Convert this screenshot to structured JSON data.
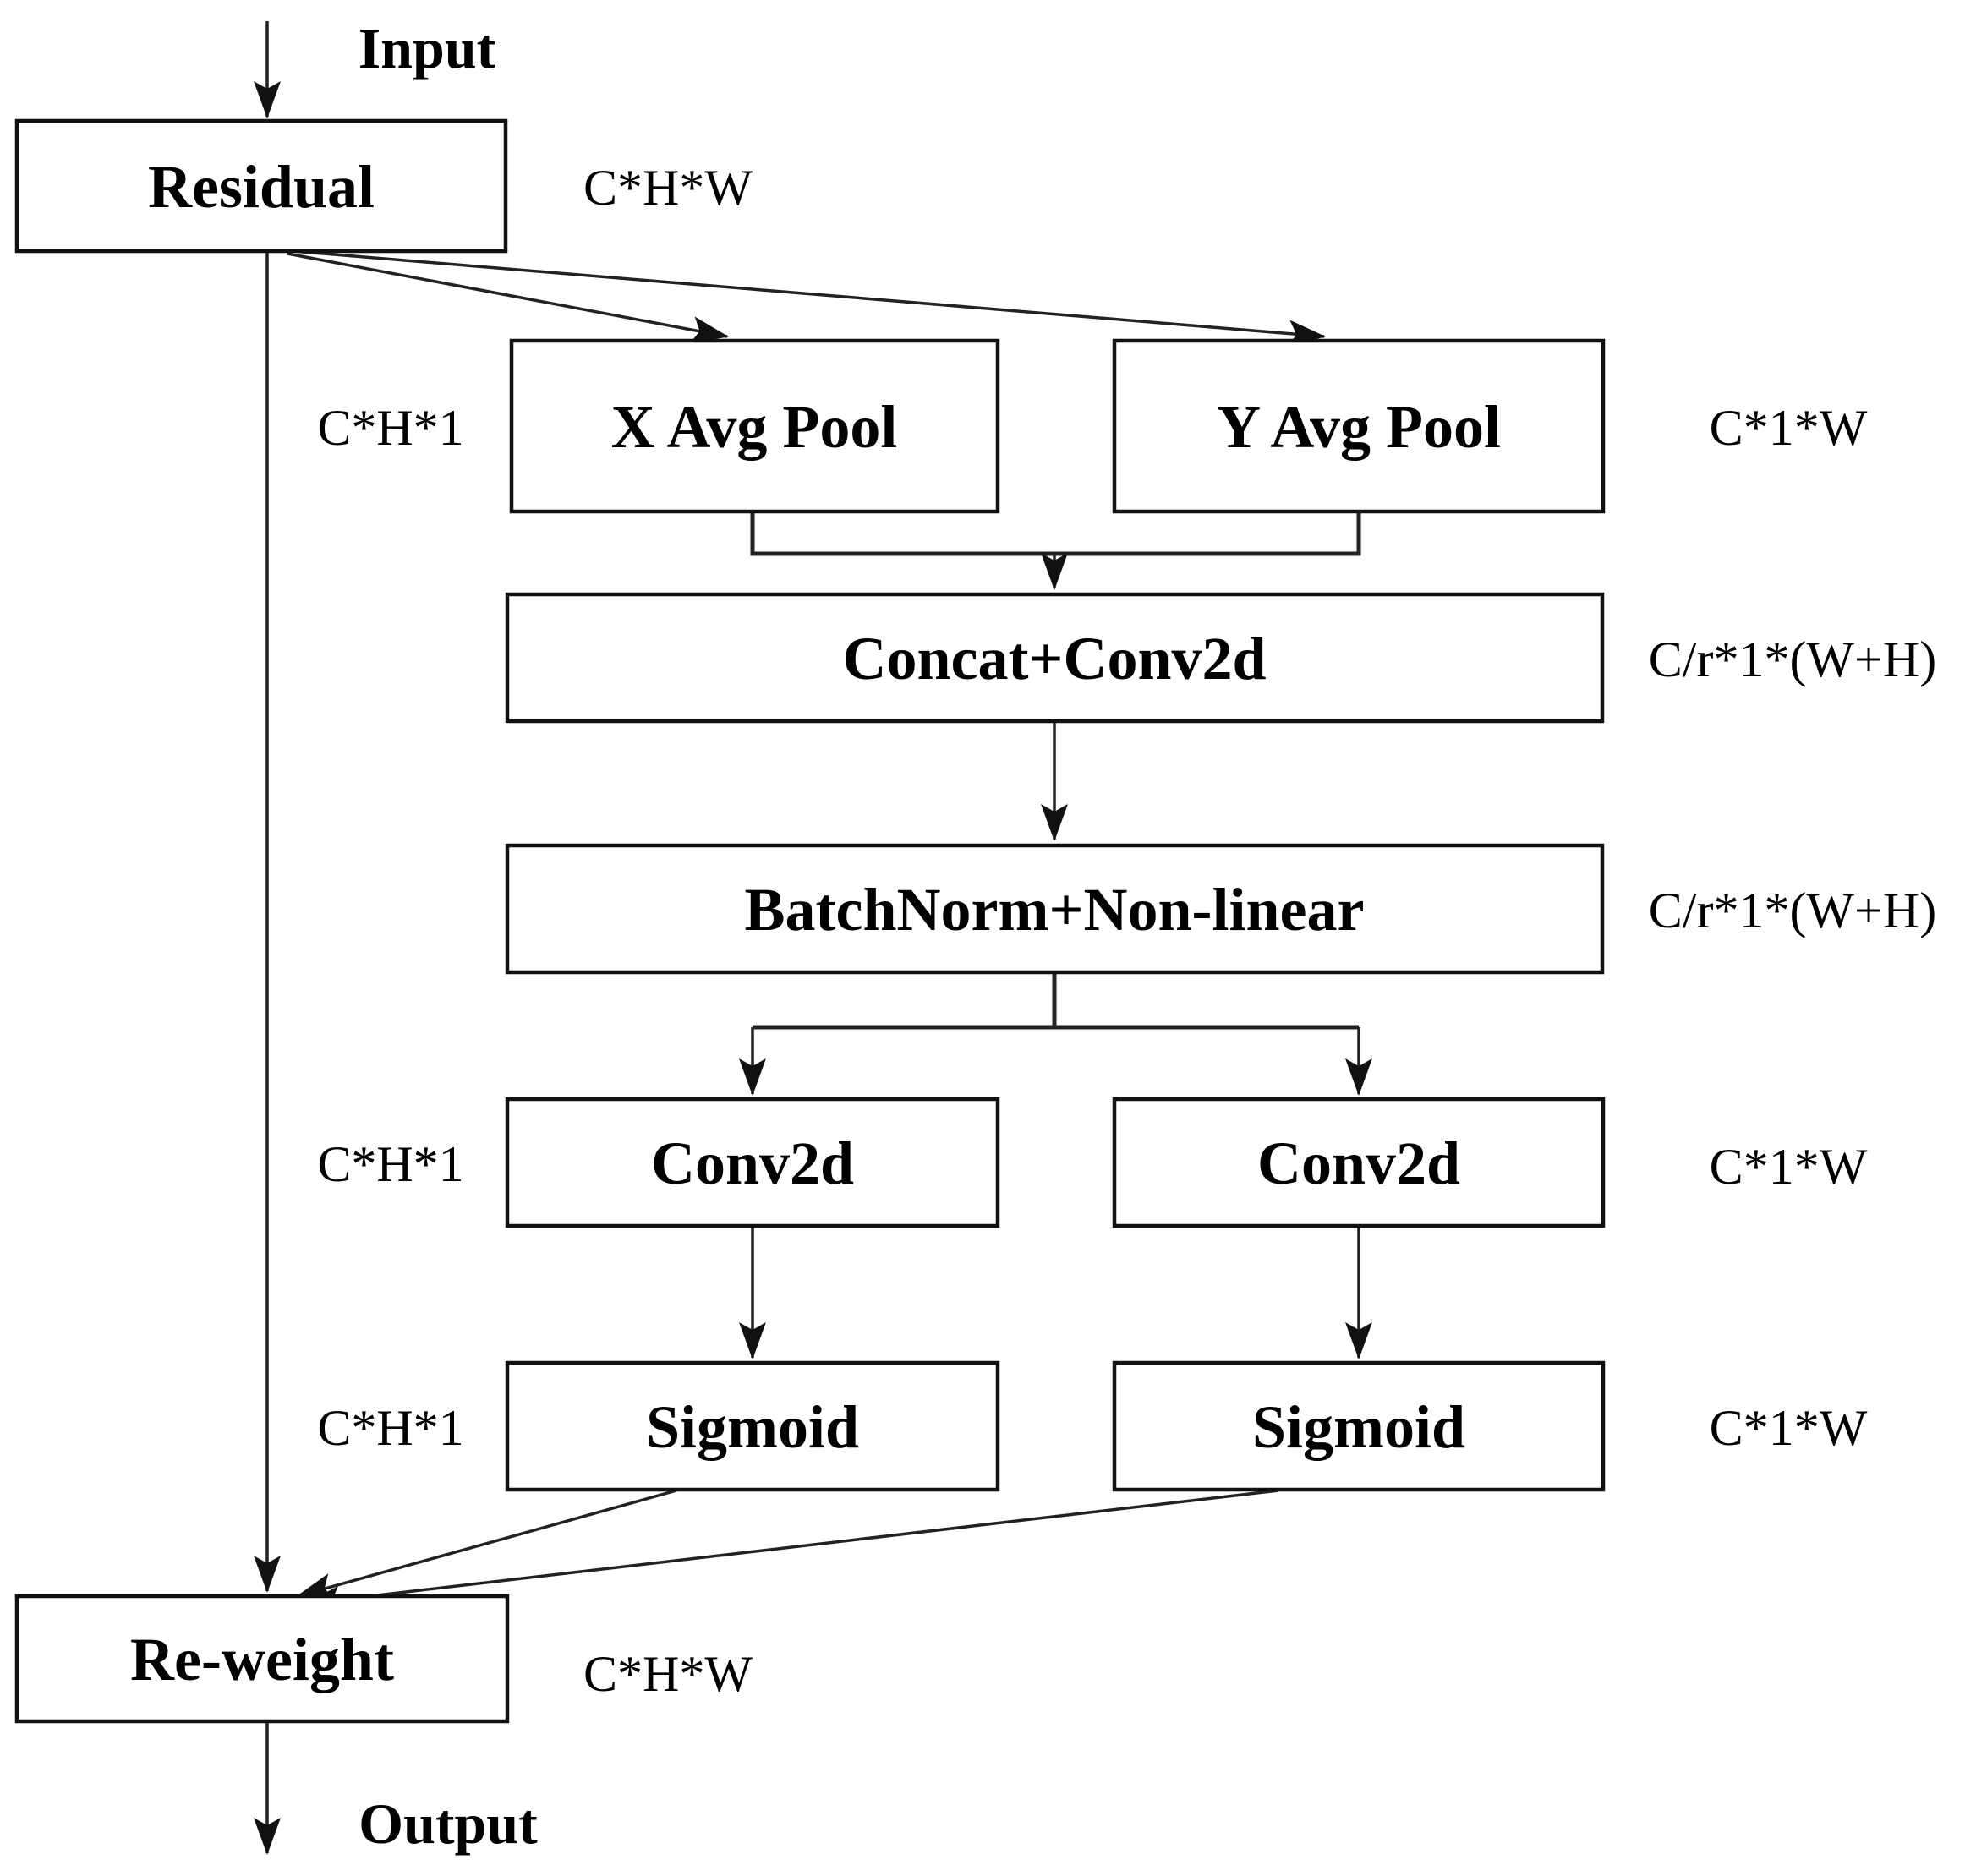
{
  "diagram": {
    "type": "flowchart",
    "description_domain": "neural-network attention block diagram",
    "io": {
      "input_label": "Input",
      "output_label": "Output"
    },
    "nodes": {
      "residual": {
        "label": "Residual",
        "dim_annotation": "C*H*W"
      },
      "x_avg_pool": {
        "label": "X Avg Pool",
        "dim_annotation": "C*H*1"
      },
      "y_avg_pool": {
        "label": "Y Avg Pool",
        "dim_annotation": "C*1*W"
      },
      "concat_conv2d": {
        "label": "Concat+Conv2d",
        "dim_annotation": "C/r*1*(W+H)"
      },
      "batchnorm_nonlinear": {
        "label": "BatchNorm+Non-linear",
        "dim_annotation": "C/r*1*(W+H)"
      },
      "conv2d_x": {
        "label": "Conv2d",
        "dim_annotation": "C*H*1"
      },
      "conv2d_y": {
        "label": "Conv2d",
        "dim_annotation": "C*1*W"
      },
      "sigmoid_x": {
        "label": "Sigmoid",
        "dim_annotation": "C*H*1"
      },
      "sigmoid_y": {
        "label": "Sigmoid",
        "dim_annotation": "C*1*W"
      },
      "reweight": {
        "label": "Re-weight",
        "dim_annotation": "C*H*W"
      }
    },
    "colors": {
      "background": "#ffffff",
      "box_fill": "#ffffff",
      "box_border": "#111111",
      "connector": "#222222",
      "text": "#000000"
    }
  }
}
